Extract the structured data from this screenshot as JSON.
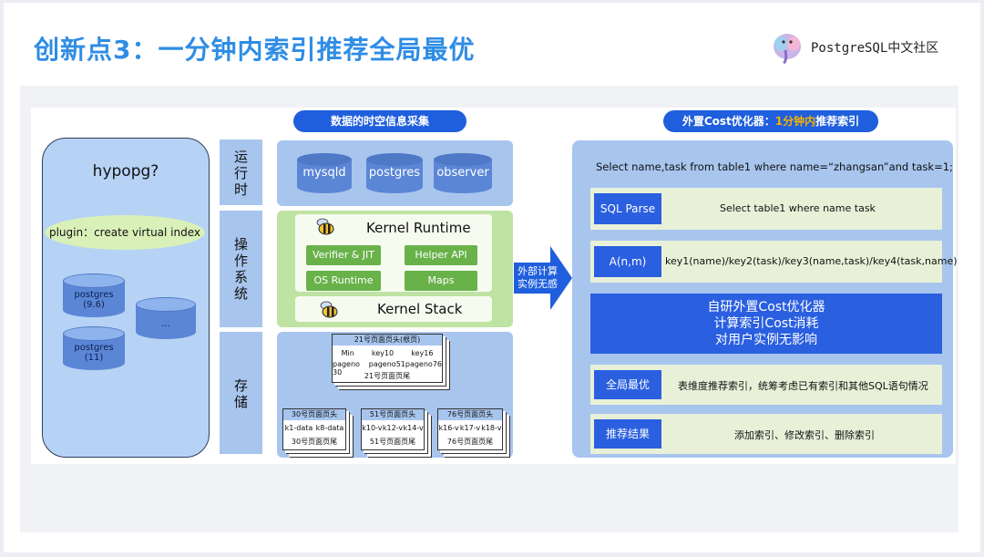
{
  "header": {
    "title": "创新点3：一分钟内索引推荐全局最优",
    "brand": "PostgreSQL中文社区"
  },
  "pills": {
    "collect": "数据的时空信息采集",
    "optimizer_prefix": "外置Cost优化器：",
    "optimizer_highlight": "1分钟内",
    "optimizer_suffix": "推荐索引"
  },
  "left": {
    "title": "hypopg?",
    "plugin": "plugin：create virtual index",
    "dbs": [
      {
        "name": "postgres",
        "version": "(9.6)"
      },
      {
        "name": "...",
        "version": ""
      },
      {
        "name": "postgres",
        "version": "(11)"
      }
    ]
  },
  "bands": [
    "运\n行\n时",
    "操\n作\n系\n统",
    "存\n储"
  ],
  "runtime": [
    "mysqld",
    "postgres",
    "observer"
  ],
  "os": {
    "kernel_runtime": "Kernel Runtime",
    "buttons": [
      "Verifier & JIT",
      "Helper API",
      "OS Runtime",
      "Maps"
    ],
    "kernel_stack": "Kernel Stack"
  },
  "storage": {
    "root": {
      "head": "21号页面页头(根页)",
      "row1": [
        "Min",
        "key10",
        "key16"
      ],
      "row2": [
        "pageno 30",
        "pageno51",
        "pageno76"
      ],
      "foot": "21号页面页尾"
    },
    "leaves": [
      {
        "head": "30号页面页头",
        "row": [
          "k1-data",
          "k8-data"
        ],
        "foot": "30号页面页尾"
      },
      {
        "head": "51号页面页头",
        "row": [
          "k10-v",
          "k12-v",
          "k14-v"
        ],
        "foot": "51号页面页尾"
      },
      {
        "head": "76号页面页头",
        "row": [
          "k16-v",
          "k17-v",
          "k18-v"
        ],
        "foot": "76号页面页尾"
      }
    ]
  },
  "arrow": {
    "line1": "外部计算",
    "line2": "实例无感"
  },
  "optimizer": {
    "query": "Select name,task from table1 where name=“zhangsan”and task=1;",
    "rows": [
      {
        "button": "SQL Parse",
        "text": "Select table1 where name task"
      },
      {
        "button": "A(n,m)",
        "text": "key1(name)/key2(task)/key3(name,task)/key4(task,name)"
      }
    ],
    "core": [
      "自研外置Cost优化器",
      "计算索引Cost消耗",
      "对用户实例无影响"
    ],
    "rows2": [
      {
        "button": "全局最优",
        "text": "表维度推荐索引，统筹考虑已有索引和其他SQL语句情况"
      },
      {
        "button": "推荐结果",
        "text": "添加索引、修改索引、删除索引"
      }
    ]
  },
  "colors": {
    "title": "#2f8de4",
    "accent": "#1f5fdd",
    "green": "#69b24a",
    "panel": "#a8c5ee",
    "highlight": "#f5b200"
  },
  "icons": [
    "elephant-logo-icon",
    "bee-icon",
    "arrow-right-icon",
    "database-icon"
  ]
}
